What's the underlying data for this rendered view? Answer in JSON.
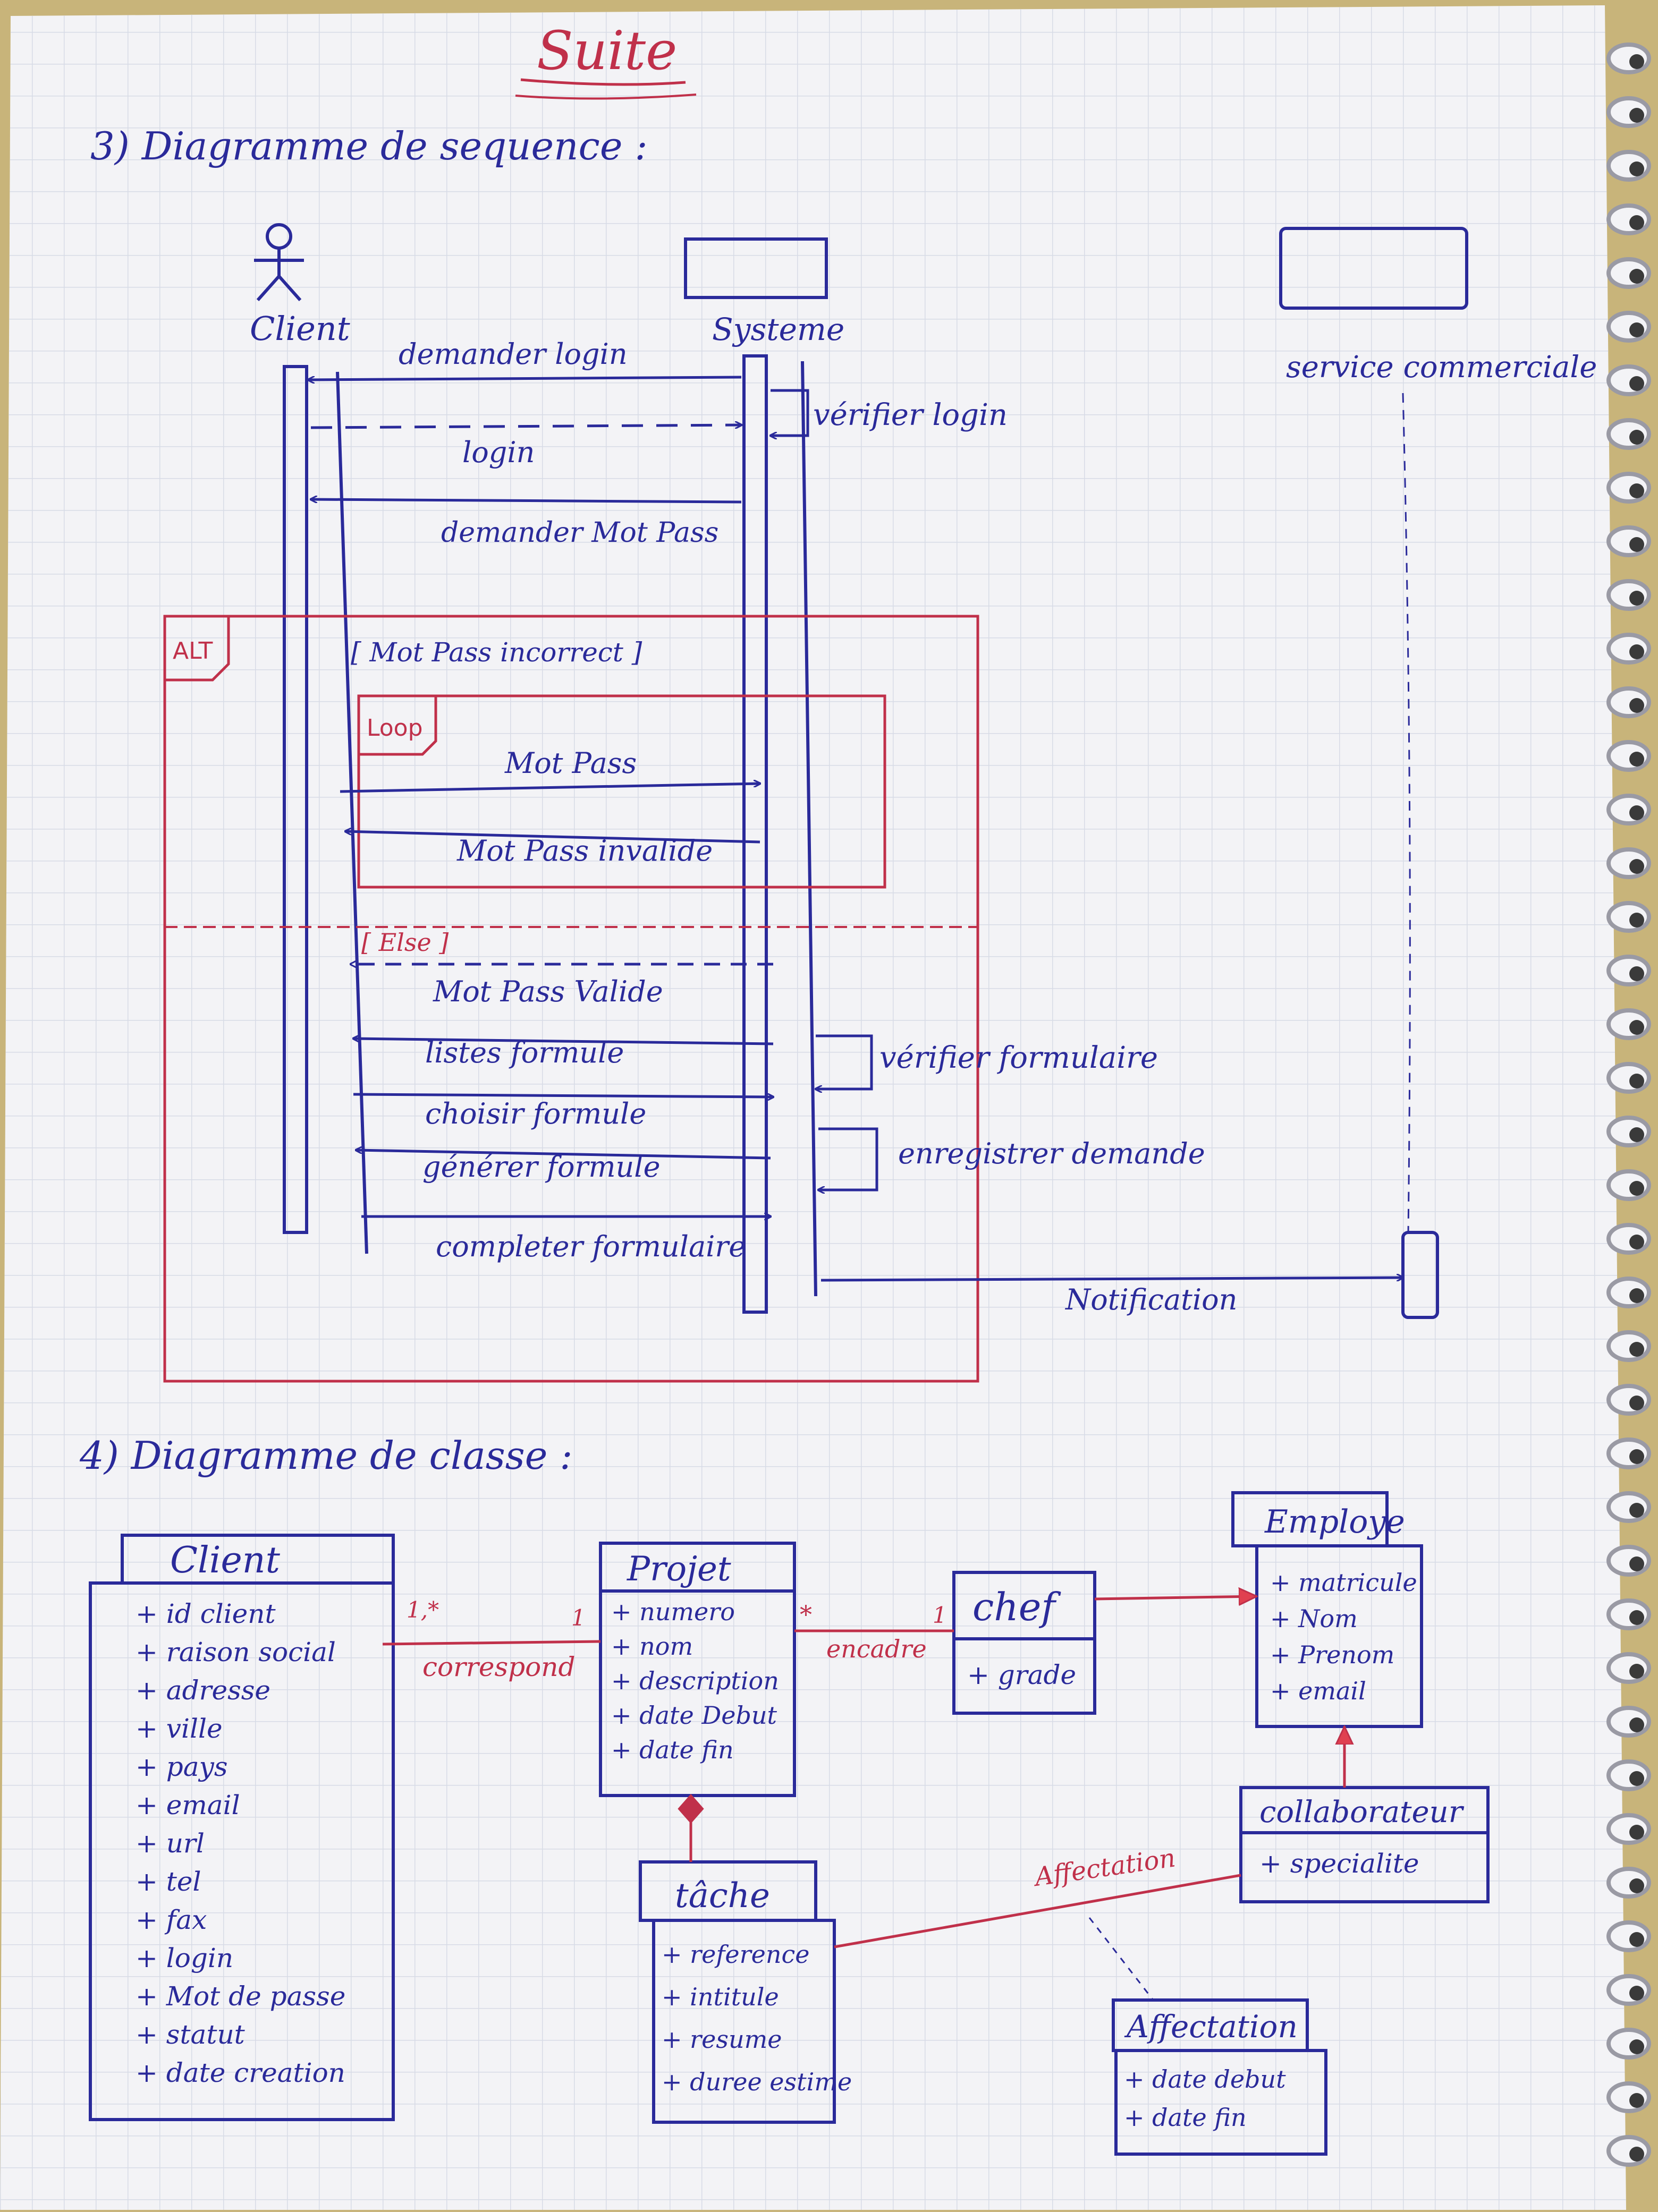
{
  "page": {
    "title": "Suite",
    "section3": "3) Diagramme de sequence :",
    "section4": "4) Diagramme de classe :"
  },
  "sequence": {
    "lifelines": {
      "client": "Client",
      "system": "Systeme",
      "service": "service commerciale"
    },
    "messages": {
      "m1": "demander login",
      "m2": "login",
      "m3": "demander Mot Pass",
      "m4": "Mot Pass",
      "m5": "Mot Pass invalide",
      "m6": "Mot Pass Valide",
      "m7": "listes formule",
      "m8": "choisir formule",
      "m9": "générer formule",
      "m10": "completer formulaire",
      "m11": "Notification"
    },
    "self_messages": {
      "s1": "vérifier login",
      "s2": "vérifier formulaire",
      "s3": "enregistrer demande"
    },
    "fragments": {
      "alt": "ALT",
      "loop": "Loop",
      "guard1": "[ Mot Pass incorrect ]",
      "guard2": "[ Else ]"
    }
  },
  "classes": {
    "client": {
      "name": "Client",
      "attributes": [
        "+ id client",
        "+ raison social",
        "+ adresse",
        "+ ville",
        "+ pays",
        "+ email",
        "+ url",
        "+ tel",
        "+ fax",
        "+ login",
        "+ Mot de passe",
        "+ statut",
        "+ date creation"
      ]
    },
    "projet": {
      "name": "Projet",
      "attributes": [
        "+ numero",
        "+ nom",
        "+ description",
        "+ date Debut",
        "+ date fin"
      ]
    },
    "chef": {
      "name": "chef",
      "attributes": [
        "+ grade"
      ]
    },
    "employe": {
      "name": "Employe",
      "attributes": [
        "+ matricule",
        "+ Nom",
        "+ Prenom",
        "+ email"
      ]
    },
    "collaborateur": {
      "name": "collaborateur",
      "attributes": [
        "+ specialite"
      ]
    },
    "tache": {
      "name": "tâche",
      "attributes": [
        "+ reference",
        "+ intitule",
        "+ resume",
        "+ duree estime"
      ]
    },
    "affectation": {
      "name": "Affectation",
      "attributes": [
        "+ date debut",
        "+ date fin"
      ]
    }
  },
  "associations": {
    "correspond": "correspond",
    "encadre": "encadre",
    "affectation": "Affectation",
    "mult_client": "1,*",
    "mult_projet_left": "1",
    "mult_projet_right": "*",
    "mult_chef": "1"
  },
  "colors": {
    "ink_blue": "#2a2a9a",
    "ink_red": "#c0304a",
    "paper": "#f3f3f6",
    "grid": "#d7dbe6"
  }
}
